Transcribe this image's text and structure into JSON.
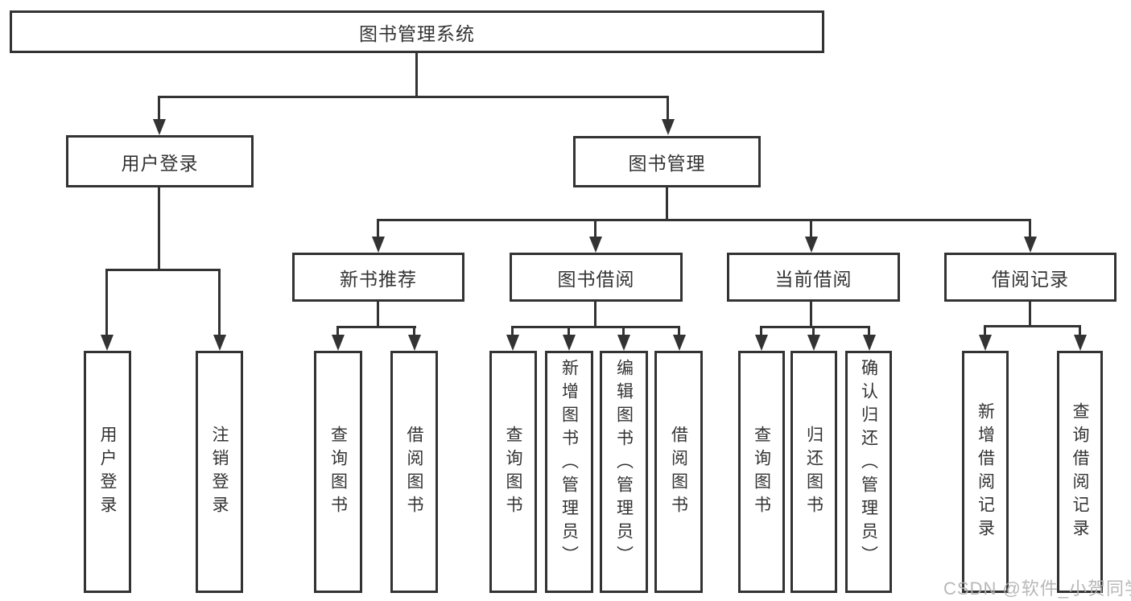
{
  "diagram": {
    "title": "图书管理系统",
    "root": {
      "label": "图书管理系统"
    },
    "level2": [
      {
        "label": "用户登录"
      },
      {
        "label": "图书管理"
      }
    ],
    "level3": [
      {
        "label": "新书推荐"
      },
      {
        "label": "图书借阅"
      },
      {
        "label": "当前借阅"
      },
      {
        "label": "借阅记录"
      }
    ],
    "leaves": [
      {
        "label": "用户登录",
        "parent": "用户登录"
      },
      {
        "label": "注销登录",
        "parent": "用户登录"
      },
      {
        "label": "查询图书",
        "parent": "新书推荐"
      },
      {
        "label": "借阅图书",
        "parent": "新书推荐"
      },
      {
        "label": "查询图书",
        "parent": "图书借阅"
      },
      {
        "label": "新增图书（管理员）",
        "parent": "图书借阅"
      },
      {
        "label": "编辑图书（管理员）",
        "parent": "图书借阅"
      },
      {
        "label": "借阅图书",
        "parent": "图书借阅"
      },
      {
        "label": "查询图书",
        "parent": "当前借阅"
      },
      {
        "label": "归还图书",
        "parent": "当前借阅"
      },
      {
        "label": "确认归还（管理员）",
        "parent": "当前借阅"
      },
      {
        "label": "新增借阅记录",
        "parent": "借阅记录"
      },
      {
        "label": "查询借阅记录",
        "parent": "借阅记录"
      }
    ],
    "watermark": "CSDN @软件_小贺同学",
    "colors": {
      "line": "#333333",
      "box_border": "#333333",
      "text": "#333333",
      "watermark": "#b2b2b2",
      "background": "#ffffff"
    }
  }
}
